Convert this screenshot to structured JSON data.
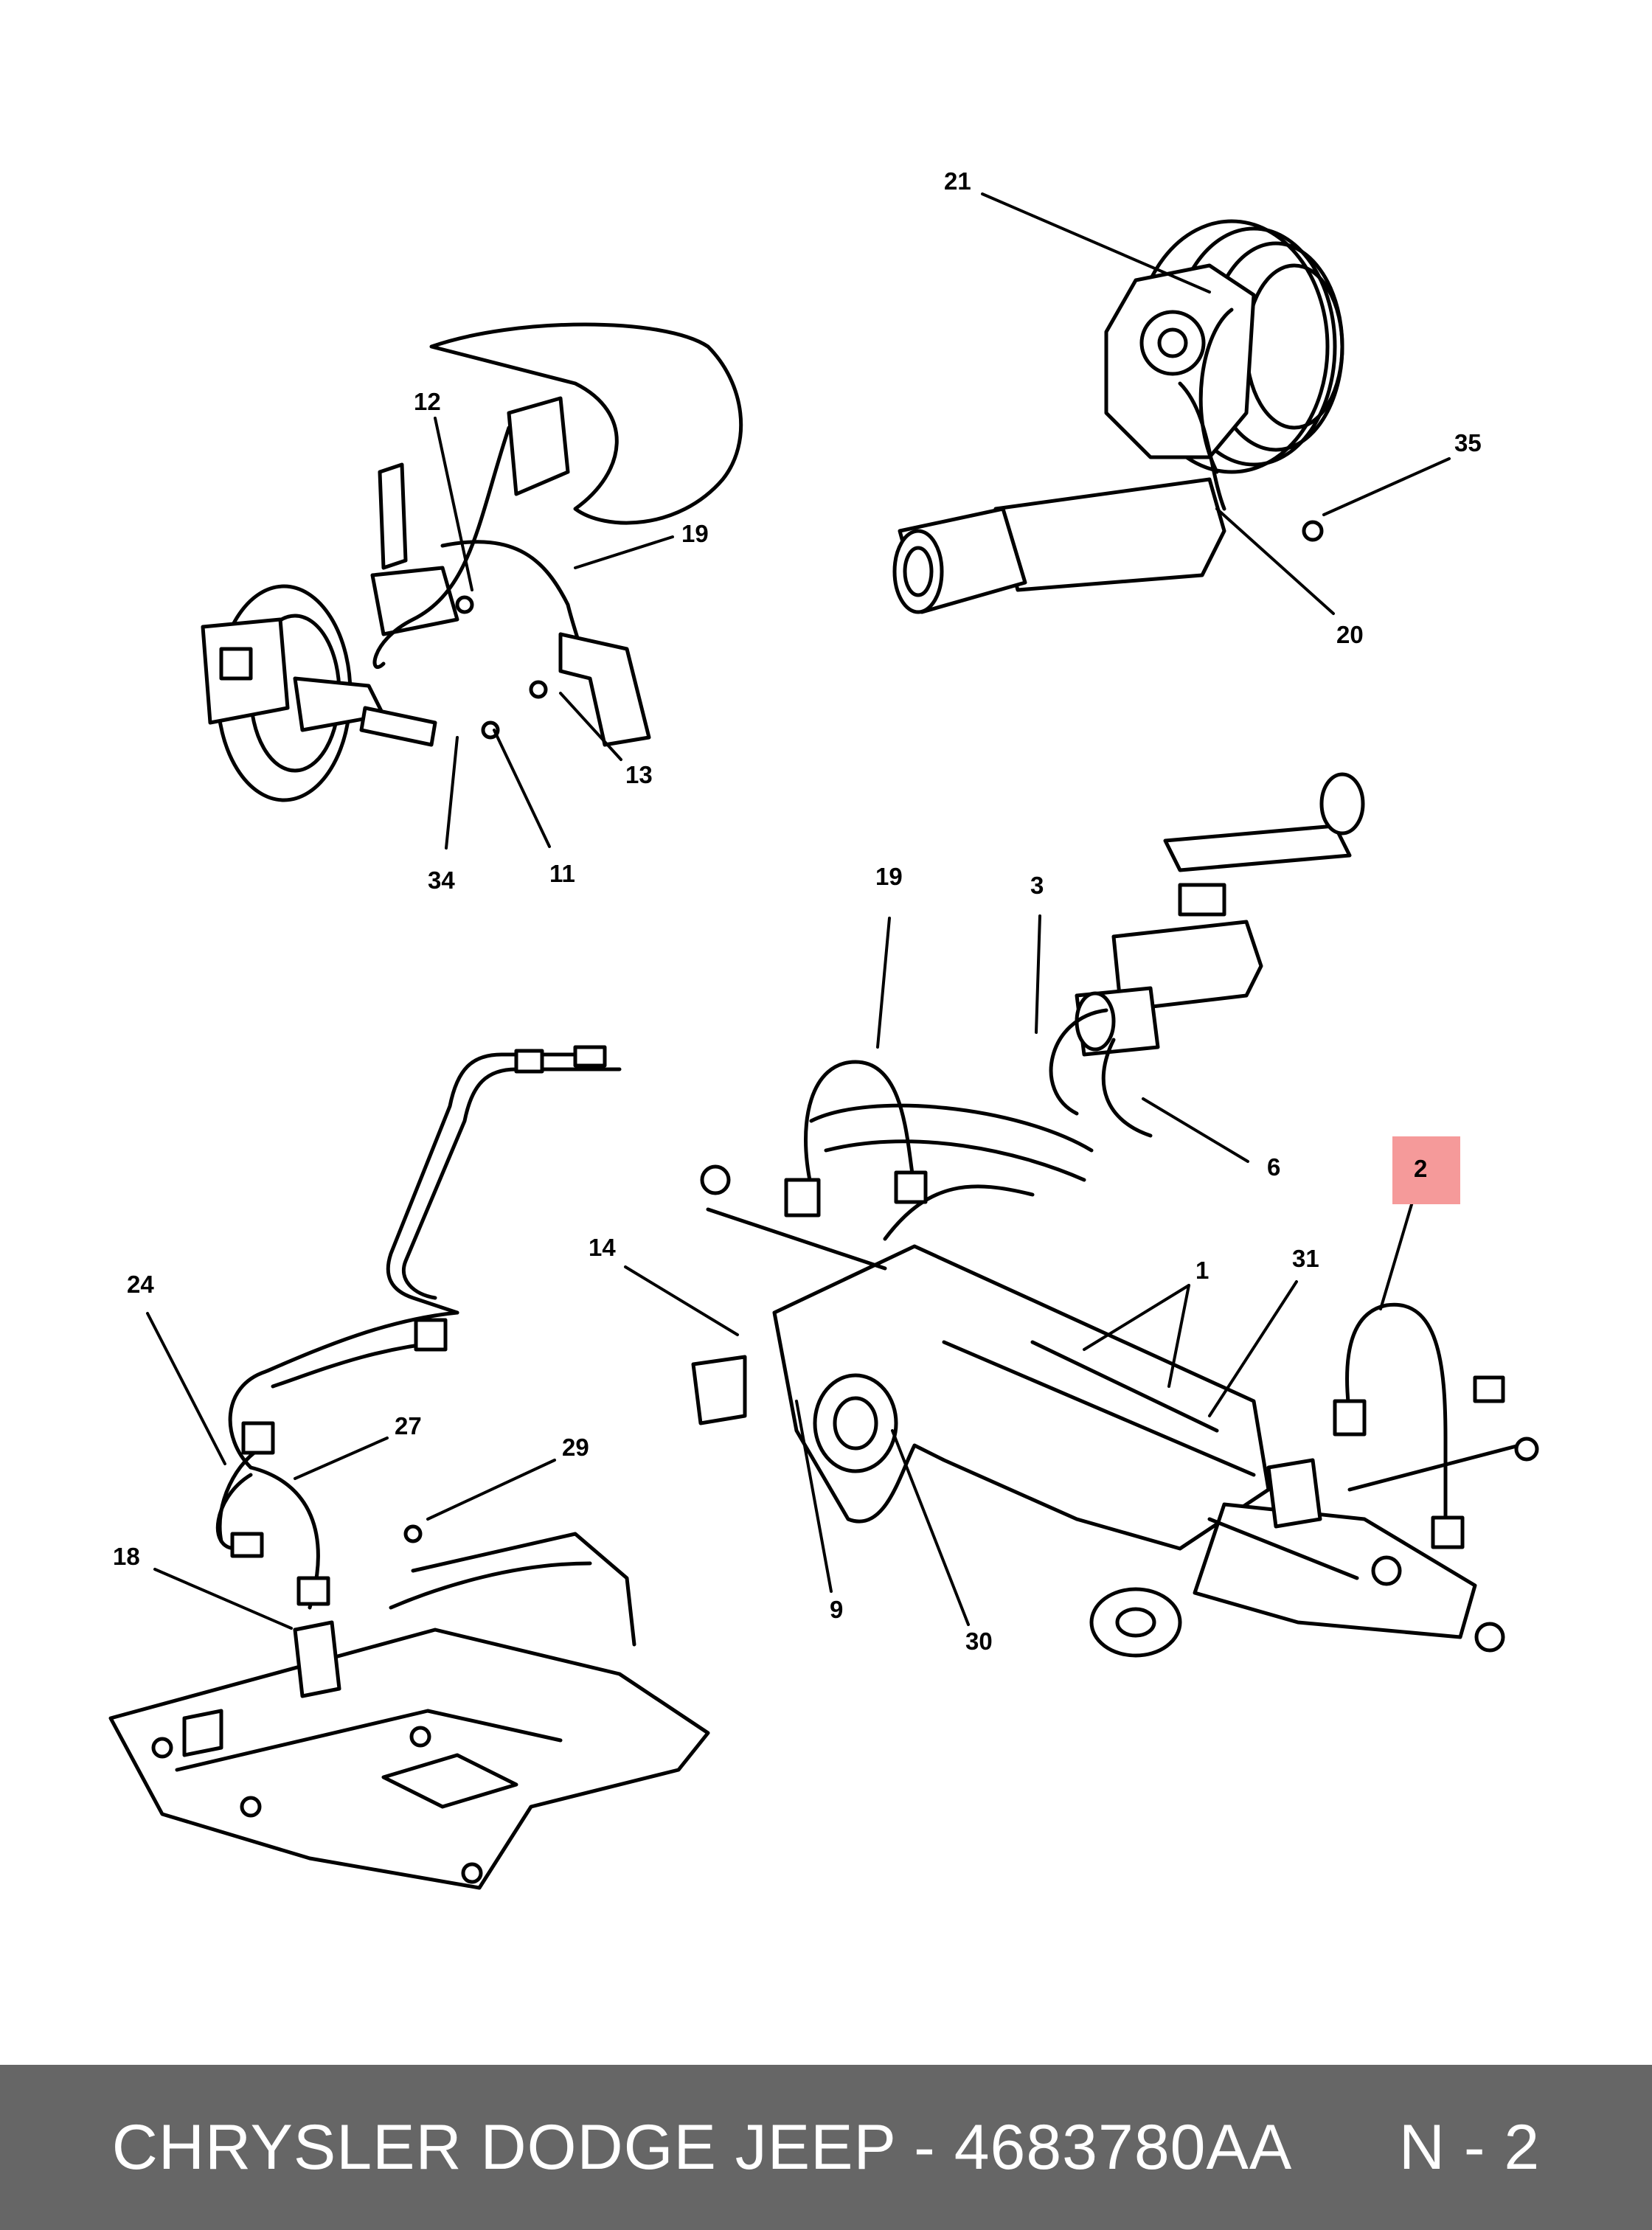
{
  "callouts": {
    "c21": "21",
    "c35": "35",
    "c20": "20",
    "c12": "12",
    "c19a": "19",
    "c13": "13",
    "c34": "34",
    "c11": "11",
    "c19b": "19",
    "c3": "3",
    "c6": "6",
    "c2": "2",
    "c14": "14",
    "c1": "1",
    "c31": "31",
    "c9": "9",
    "c30": "30",
    "c24": "24",
    "c27": "27",
    "c29": "29",
    "c18": "18"
  },
  "highlighted_callout": "2",
  "highlight_color": "#f59a9a",
  "footer": {
    "brand": "CHRYSLER DODGE JEEP",
    "part_number": "4683780AA",
    "diagram_ref": "N - 2",
    "background": "#666666"
  }
}
